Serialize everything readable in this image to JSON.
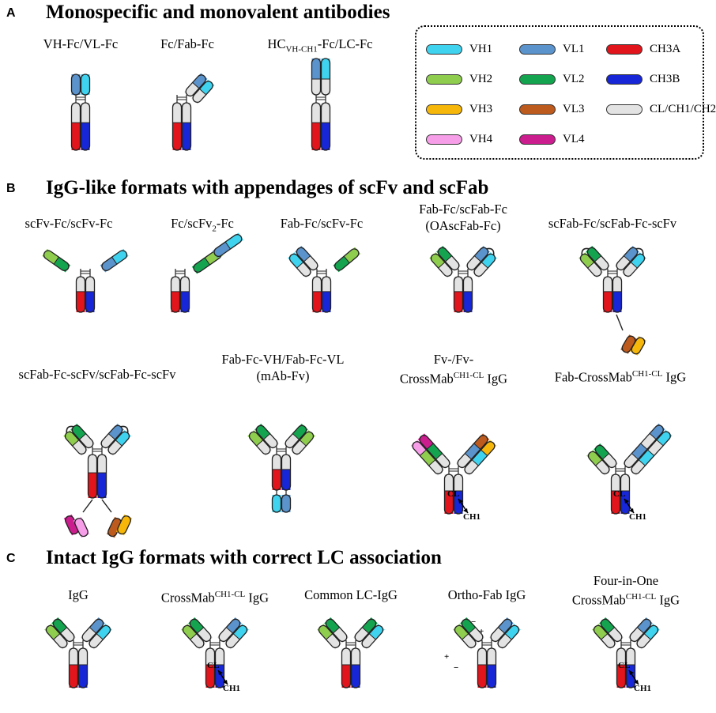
{
  "colors": {
    "VH1": "#3fd3ef",
    "VH2": "#8fcd4f",
    "VH3": "#f6b70a",
    "VH4": "#f79ee8",
    "VL1": "#5b93cc",
    "VL2": "#14a44f",
    "VL3": "#bd5a1d",
    "VL4": "#cc1d8f",
    "CH3A": "#e2151c",
    "CH3B": "#1726d6",
    "CL": "#e3e3e3"
  },
  "sections": [
    {
      "letter": "A",
      "title": "Monospecific and monovalent antibodies"
    },
    {
      "letter": "B",
      "title": "IgG-like formats with appendages of scFv and scFab"
    },
    {
      "letter": "C",
      "title": "Intact IgG formats with correct LC association"
    }
  ],
  "labels": {
    "a1": "VH-Fc/VL-Fc",
    "a2": "Fc/Fab-Fc",
    "a3_main": "HC",
    "a3_sub": "VH-CH1",
    "a3_tail": "-Fc/LC-Fc",
    "b1": "scFv-Fc/scFv-Fc",
    "b2_main": "Fc/scFv",
    "b2_sub": "2",
    "b2_tail": "-Fc",
    "b3": "Fab-Fc/scFv-Fc",
    "b4_line1": "Fab-Fc/scFab-Fc",
    "b4_line2": "(OAscFab-Fc)",
    "b5": "scFab-Fc/scFab-Fc-scFv",
    "b6": "scFab-Fc-scFv/scFab-Fc-scFv",
    "b7_line1": "Fab-Fc-VH/Fab-Fc-VL",
    "b7_line2": "(mAb-Fv)",
    "b8_line1": "Fv-/Fv-",
    "b8_main": "CrossMab",
    "b8_sup": "CH1-CL",
    "b8_tail": " IgG",
    "b9_main": "Fab-CrossMab",
    "b9_sup": "CH1-CL",
    "b9_tail": " IgG",
    "c1": "IgG",
    "c2_main": "CrossMab",
    "c2_sup": "CH1-CL",
    "c2_tail": " IgG",
    "c3": "Common LC-IgG",
    "c4": "Ortho-Fab IgG",
    "c5_line1": "Four-in-One",
    "c5_main": "CrossMab",
    "c5_sup": "CH1-CL",
    "c5_tail": " IgG"
  },
  "legend": [
    {
      "label": "VH1",
      "color_key": "VH1"
    },
    {
      "label": "VL1",
      "color_key": "VL1"
    },
    {
      "label": "CH3A",
      "color_key": "CH3A"
    },
    {
      "label": "VH2",
      "color_key": "VH2"
    },
    {
      "label": "VL2",
      "color_key": "VL2"
    },
    {
      "label": "CH3B",
      "color_key": "CH3B"
    },
    {
      "label": "VH3",
      "color_key": "VH3"
    },
    {
      "label": "VL3",
      "color_key": "VL3"
    },
    {
      "label": "CL/CH1/CH2",
      "color_key": "CL"
    },
    {
      "label": "VH4",
      "color_key": "VH4"
    },
    {
      "label": "VL4",
      "color_key": "VL4"
    }
  ],
  "annotations": {
    "cl": "CL",
    "ch1": "CH1",
    "plus": "+",
    "minus": "−"
  }
}
